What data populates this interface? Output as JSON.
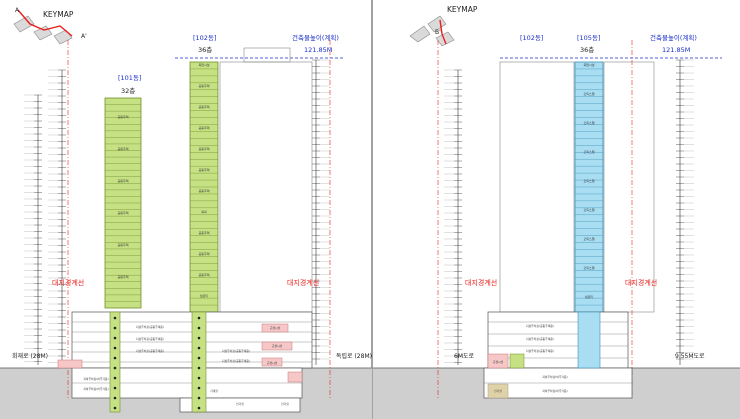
{
  "left": {
    "keymap_title": "KEYMAP",
    "keymap_a_top": "A",
    "keymap_a_right": "A'",
    "tower_101_label": "[101동]",
    "tower_101_floors": "32층",
    "tower_102_label": "[102동]",
    "tower_102_floors": "36층",
    "height_title": "건축물높이(계획)",
    "height_value": "121.85M",
    "boundary_left": "대지경계선",
    "boundary_right": "대지경계선",
    "road_left": "회재로 (28M)",
    "road_right": "독립로 (28M)",
    "floor_labels_101": [
      "공동주택",
      "공동주택",
      "공동주택",
      "공동주택",
      "공동주택",
      "공동주택"
    ],
    "floor_labels_102": [
      "옥탑시설",
      "공동주택",
      "공동주택",
      "공동주택",
      "공동주택",
      "공동주택",
      "공동주택",
      "옥외",
      "공동주택",
      "공동주택",
      "공동주택",
      "필로티"
    ],
    "podium_labels": [
      "지상주차장(공동주택용)",
      "지상주차장(공동주택용)",
      "지상주차장(공동주택용)",
      "지상주차장(공동주택용)",
      "지상주차장(공동주택용)",
      "근생시설",
      "근생시설",
      "근생시설",
      "지하주차장(비주거용)",
      "지하주차장(비주거용)",
      "기계실",
      "전기실",
      "전기실"
    ]
  },
  "right": {
    "keymap_title": "KEYMAP",
    "keymap_b_top": "B'",
    "tower_102_label": "[102동]",
    "tower_105_label": "[105동]",
    "tower_105_floors": "36층",
    "height_title": "건축물높이(계획)",
    "height_value": "121.85M",
    "boundary_left": "대지경계선",
    "boundary_right": "대지경계선",
    "road_left": "6M도로",
    "road_right": "9.55M도로",
    "floor_labels_105": [
      "옥탑시설",
      "오피스텔",
      "오피스텔",
      "오피스텔",
      "오피스텔",
      "오피스텔",
      "오피스텔",
      "오피스텔",
      "필로티"
    ],
    "podium_labels": [
      "지상주차장(공동주택용)",
      "지상주차장(공동주택용)",
      "지상주차장(공동주택용)",
      "근생시설",
      "지하주차장(비주거용)",
      "지하주차장(비주거용)",
      "전기실"
    ]
  },
  "colors": {
    "tower_green": "#c6e184",
    "tower_green_stroke": "#6f8f2c",
    "tower_blue": "#a8ddf2",
    "tower_blue_stroke": "#3d93b8",
    "accent_red": "#e8201c",
    "accent_blue": "#1a2fcc",
    "commercial_pink": "#f5c7c7",
    "ground": "#cfcfcf"
  }
}
